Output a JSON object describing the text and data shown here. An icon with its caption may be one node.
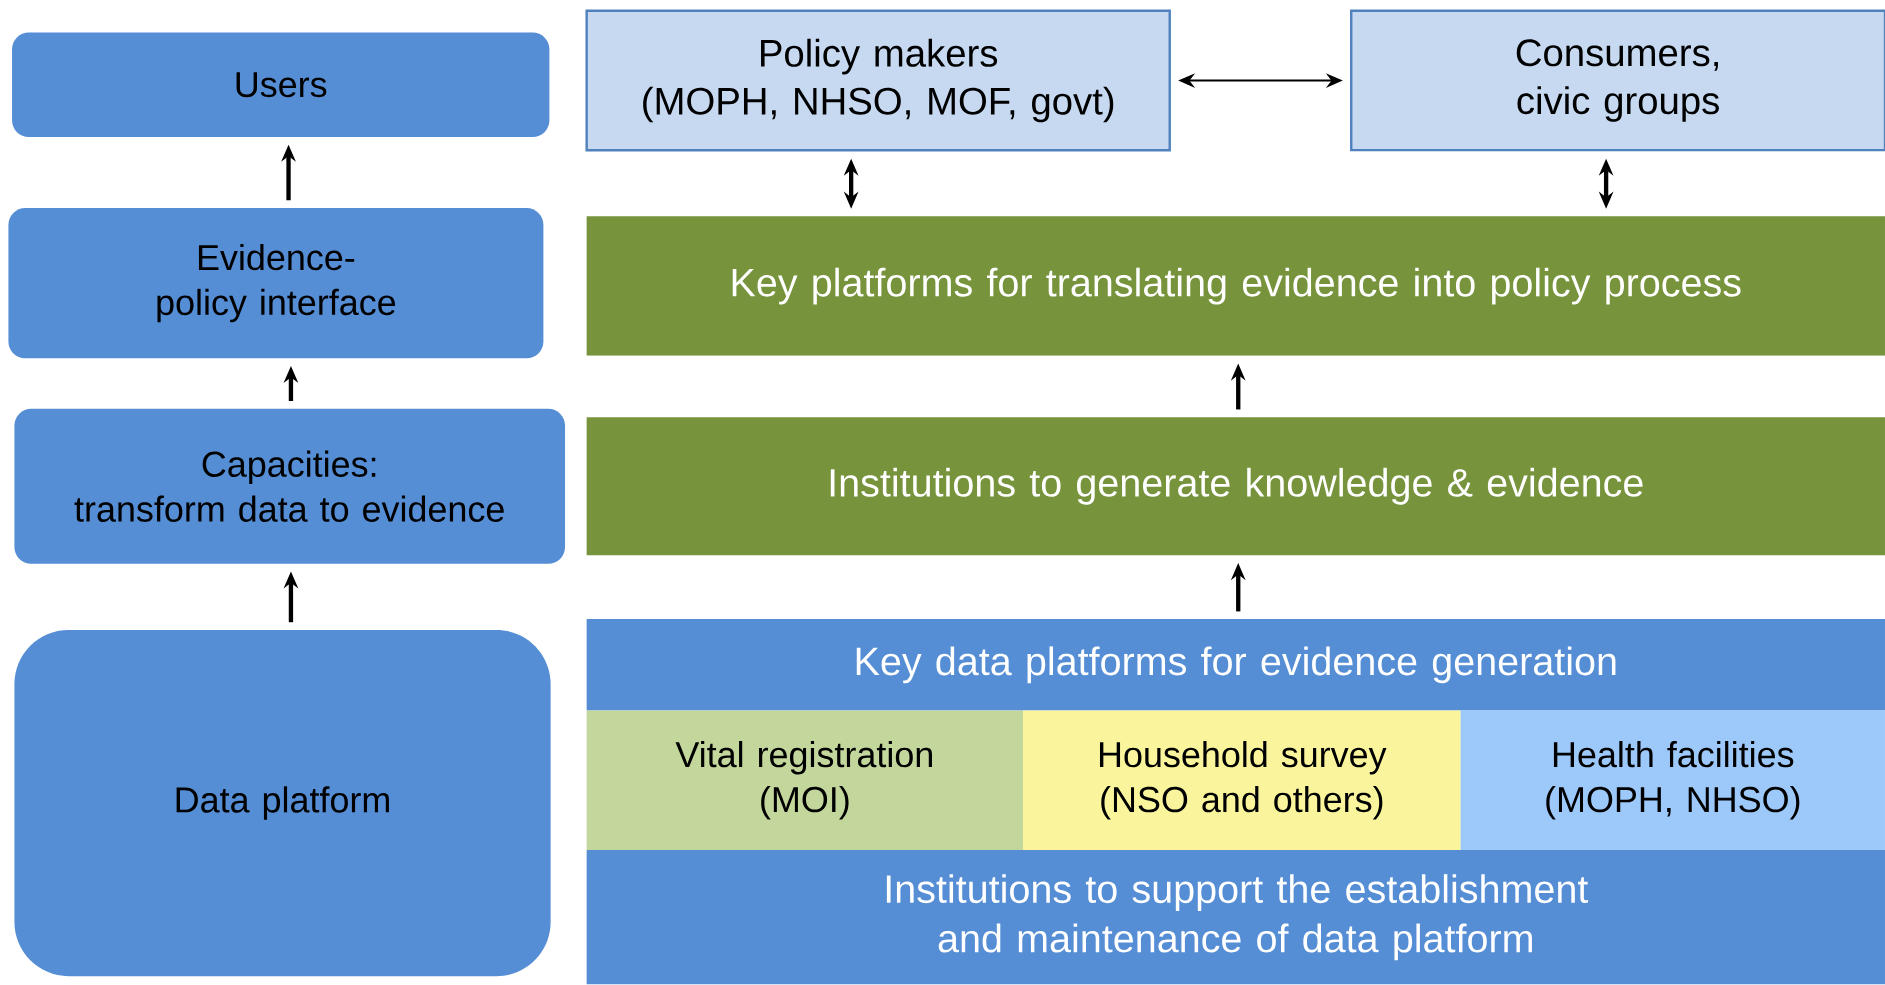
{
  "diagram": {
    "nodes": [
      {
        "text": [
          "Users"
        ]
      },
      {
        "text": [
          "Evidence-policy interface"
        ]
      },
      {
        "text": [
          "Capacities:",
          "transform data to evidence"
        ]
      },
      {
        "text": [
          "Data platform"
        ]
      },
      {
        "text": [
          "Policy makers",
          "(MOPH, NHSO, MOF, govt)"
        ]
      },
      {
        "text": [
          "Consumers, civic groups"
        ]
      },
      {
        "text": [
          "Key platforms for translating evidence into policy process"
        ]
      },
      {
        "text": [
          "Institutions to generate knowledge & evidence"
        ]
      },
      {
        "text": [
          "Key data platforms for evidence generation"
        ]
      },
      {
        "text": [
          "Vital registration",
          "(MOI)"
        ]
      },
      {
        "text": [
          "Household survey",
          "(NSO and others)"
        ]
      },
      {
        "text": [
          "Health facilities",
          "(MOPH, NHSO)"
        ]
      },
      {
        "text": [
          "Institutions to support the establishment and maintenance of data platform"
        ]
      }
    ],
    "edges": [
      {
        "from": 3,
        "to": 2,
        "arrow": "to"
      },
      {
        "from": 2,
        "to": 1,
        "arrow": "to"
      },
      {
        "from": 1,
        "to": 0,
        "arrow": "to"
      },
      {
        "from": 4,
        "to": 5,
        "arrow": "both"
      },
      {
        "from": 4,
        "to": 6,
        "arrow": "both"
      },
      {
        "from": 5,
        "to": 6,
        "arrow": "both"
      },
      {
        "from": 7,
        "to": 6,
        "arrow": "to"
      },
      {
        "from": 8,
        "to": 7,
        "arrow": "to"
      }
    ]
  }
}
